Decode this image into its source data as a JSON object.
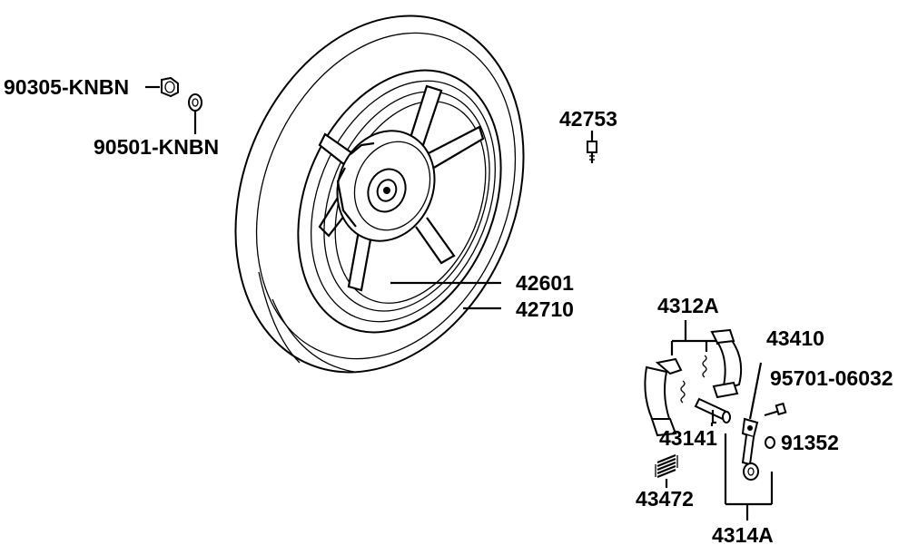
{
  "parts": {
    "nut": "90305-KNBN",
    "washer": "90501-KNBN",
    "valve": "42753",
    "wheel": "42601",
    "tire": "42710",
    "shoe_set": "4312A",
    "cam_lever": "43410",
    "bolt": "95701-06032",
    "cam": "43141",
    "nut_small": "91352",
    "spring": "43472",
    "arm_set": "4314A"
  }
}
